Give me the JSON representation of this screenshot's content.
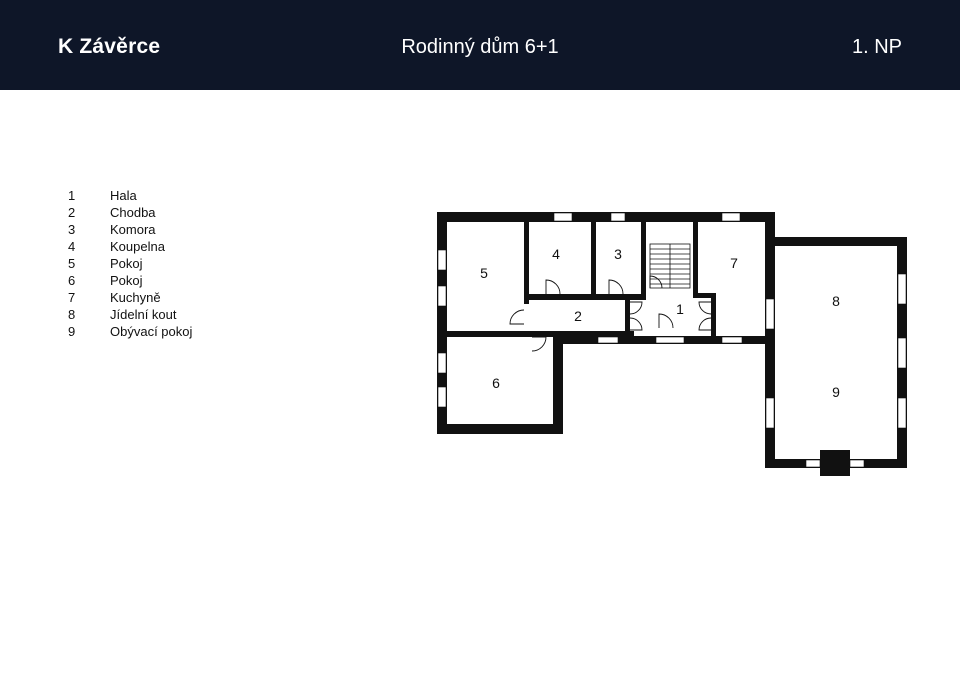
{
  "header": {
    "brand": "K Závěrce",
    "title": "Rodinný dům 6+1",
    "floor": "1. NP"
  },
  "legend": [
    {
      "num": "1",
      "name": "Hala"
    },
    {
      "num": "2",
      "name": "Chodba"
    },
    {
      "num": "3",
      "name": "Komora"
    },
    {
      "num": "4",
      "name": "Koupelna"
    },
    {
      "num": "5",
      "name": "Pokoj"
    },
    {
      "num": "6",
      "name": "Pokoj"
    },
    {
      "num": "7",
      "name": "Kuchyně"
    },
    {
      "num": "8",
      "name": "Jídelní kout"
    },
    {
      "num": "9",
      "name": "Obývací pokoj"
    }
  ],
  "plan": {
    "room_numbers": [
      "1",
      "2",
      "3",
      "4",
      "5",
      "6",
      "7",
      "8",
      "9"
    ],
    "wall_color": "#111111"
  }
}
